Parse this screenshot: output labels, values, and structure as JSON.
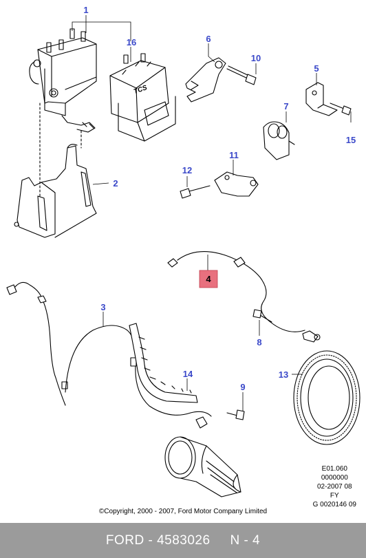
{
  "callouts": {
    "c1": "1",
    "c2": "2",
    "c3": "3",
    "c4": "4",
    "c5": "5",
    "c6": "6",
    "c7": "7",
    "c8": "8",
    "c9": "9",
    "c10": "10",
    "c11": "11",
    "c12": "12",
    "c13": "13",
    "c14": "14",
    "c15": "15",
    "c16": "16"
  },
  "module_label": "TCS",
  "highlight_color": "#e8707e",
  "callout_color": "#3a48c9",
  "meta_lines": [
    "E01.060",
    "0000000",
    "02-2007 08",
    "FY",
    "G 0020146 09"
  ],
  "copyright": "©Copyright, 2000 - 2007, Ford Motor Company Limited",
  "footer": {
    "brand": "FORD",
    "separator": " - ",
    "part_number": "4583026",
    "gap": "     ",
    "page": "N - 4"
  }
}
